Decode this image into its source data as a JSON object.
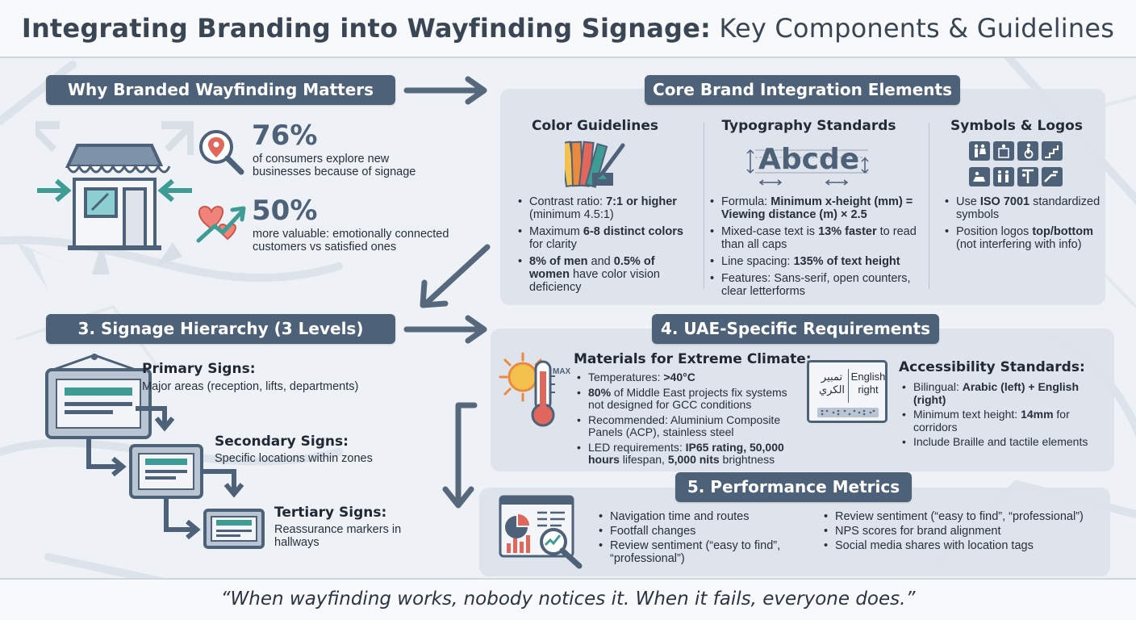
{
  "header": {
    "title_bold": "Integrating Branding into Wayfinding Signage:",
    "title_light": "Key Components & Guidelines"
  },
  "why": {
    "heading": "Why Branded Wayfinding Matters",
    "stats": [
      {
        "value": "76%",
        "text": "of consumers explore new businesses because of signage"
      },
      {
        "value": "50%",
        "text": "more valuable: emotionally connected customers vs satisfied ones"
      }
    ]
  },
  "core": {
    "heading": "Core Brand Integration Elements",
    "color": {
      "heading": "Color Guidelines",
      "items": [
        {
          "b": "",
          "t": "Contrast ratio: ",
          "b2": "7:1 or higher",
          "t2": " (minimum 4.5:1)"
        },
        {
          "b": "",
          "t": "Maximum ",
          "b2": "6-8 distinct colors",
          "t2": " for clarity"
        },
        {
          "b": "8% of men",
          "t": " and ",
          "b2": "0.5% of women",
          "t2": " have color vision deficiency"
        }
      ]
    },
    "typography": {
      "heading": "Typography Standards",
      "sample": "Abcde",
      "items": [
        {
          "b": "",
          "t": "Formula: ",
          "b2": "Minimum x-height (mm) = Viewing distance (m) × 2.5",
          "t2": ""
        },
        {
          "b": "",
          "t": "Mixed-case text is ",
          "b2": "13% faster",
          "t2": " to read than all caps"
        },
        {
          "b": "",
          "t": "Line spacing: ",
          "b2": "135% of text height",
          "t2": ""
        },
        {
          "b": "",
          "t": "Features: Sans-serif, open counters, clear letterforms",
          "b2": "",
          "t2": ""
        }
      ]
    },
    "symbols": {
      "heading": "Symbols & Logos",
      "items": [
        {
          "b": "",
          "t": "Use ",
          "b2": "ISO 7001",
          "t2": " standardized symbols"
        },
        {
          "b": "",
          "t": "Position logos ",
          "b2": "top/bottom",
          "t2": " (not interfering with info)"
        }
      ]
    }
  },
  "hierarchy": {
    "heading": "3. Signage Hierarchy (3 Levels)",
    "levels": [
      {
        "title": "Primary Signs:",
        "desc": "Major areas (reception, lifts, departments)"
      },
      {
        "title": "Secondary Signs:",
        "desc": "Specific locations within zones"
      },
      {
        "title": "Tertiary Signs:",
        "desc": "Reassurance markers in hallways"
      }
    ]
  },
  "uae": {
    "heading": "4. UAE-Specific Requirements",
    "thermo_label": "MAX",
    "materials": {
      "heading": "Materials for Extreme Climate:",
      "items": [
        {
          "b": "",
          "t": "Temperatures: ",
          "b2": ">40°C",
          "t2": ""
        },
        {
          "b": "80%",
          "t": " of Middle East projects fix systems not designed for GCC conditions",
          "b2": "",
          "t2": ""
        },
        {
          "b": "",
          "t": "Recommended: Aluminium Composite Panels (ACP), stainless steel",
          "b2": "",
          "t2": ""
        },
        {
          "b": "",
          "t": "LED requirements: ",
          "b2": "IP65 rating, 50,000 hours",
          "t2": " lifespan, ",
          "b3": "5,000 nits",
          "t3": " brightness"
        }
      ]
    },
    "sign_sample": {
      "arabic": "تمبير الكري",
      "english": "English right"
    },
    "accessibility": {
      "heading": "Accessibility Standards:",
      "items": [
        {
          "b": "",
          "t": "Bilingual: ",
          "b2": "Arabic (left) + English (right)",
          "t2": ""
        },
        {
          "b": "",
          "t": "Minimum text height: ",
          "b2": "14mm",
          "t2": " for corridors"
        },
        {
          "b": "",
          "t": "Include Braille and tactile elements",
          "b2": "",
          "t2": ""
        }
      ]
    }
  },
  "metrics": {
    "heading": "5. Performance Metrics",
    "col1": [
      "Navigation time and routes",
      "Footfall changes",
      "Review sentiment (“easy to find”, “professional”)"
    ],
    "col2": [
      "Review sentiment (“easy to find”, “professional”)",
      "NPS scores for brand alignment",
      "Social media shares with location tags"
    ]
  },
  "footer": {
    "quote": "“When wayfinding works, nobody notices it. When it fails, everyone does.”"
  },
  "colors": {
    "pill": "#4d6178",
    "teal": "#3e9c95",
    "panel": "#dce2ea",
    "icon_red": "#e0675c"
  }
}
